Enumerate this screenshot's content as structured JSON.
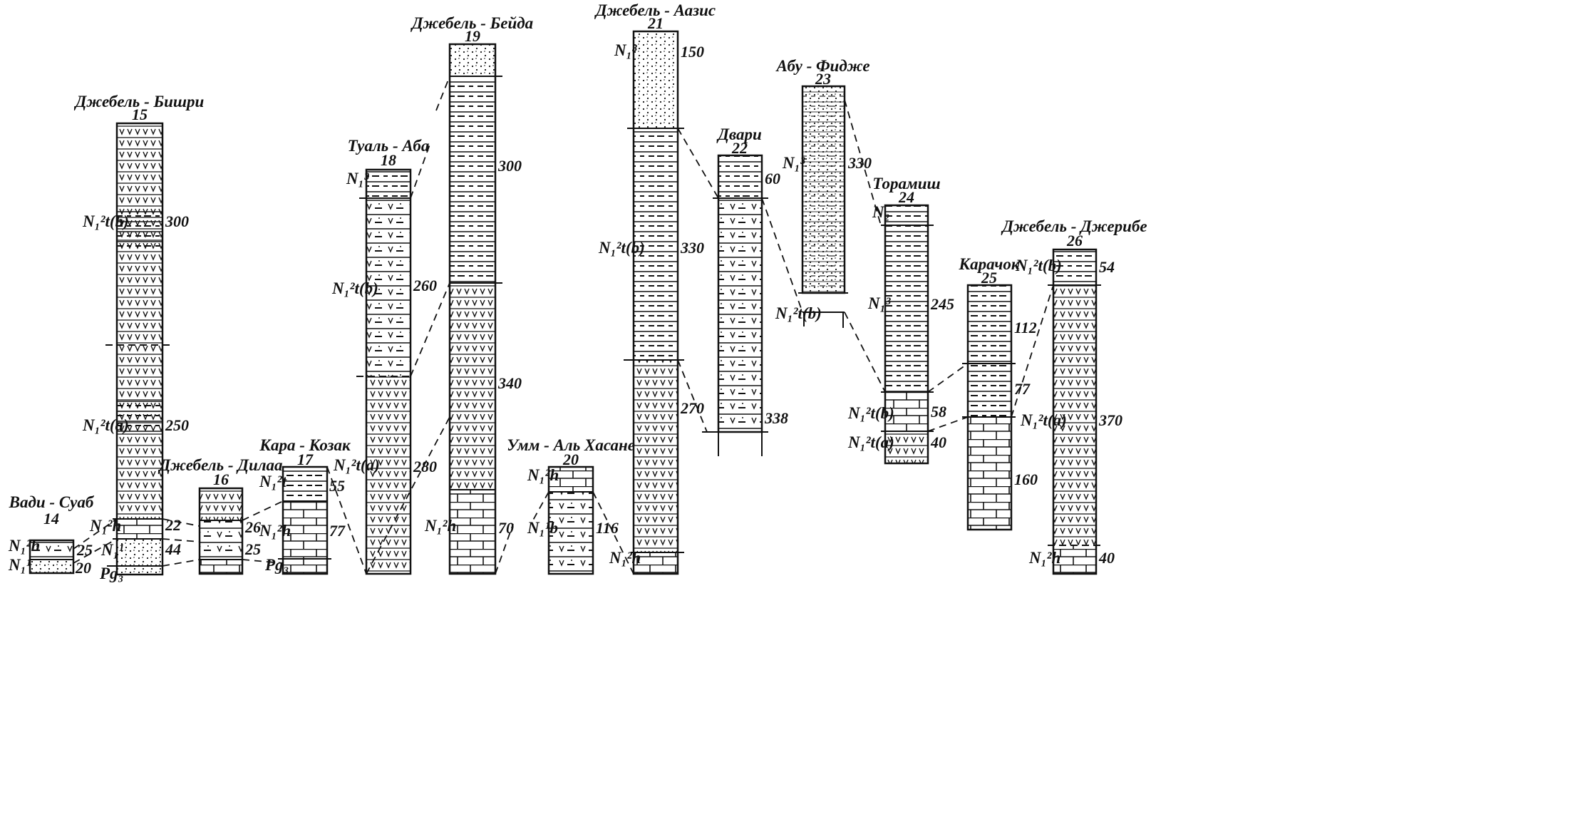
{
  "columns": [
    {
      "id": "14",
      "name": "Вади - Суаб",
      "number": "14",
      "units": [
        {
          "label": "N₁²h",
          "thickness": "25"
        },
        {
          "label": "N₁¹",
          "thickness": "20"
        }
      ],
      "base_label": ""
    },
    {
      "id": "15",
      "name": "Джебель - Бишри",
      "number": "15",
      "units": [
        {
          "label": "N₁²t(b)",
          "thickness": "300"
        },
        {
          "label": "N₁²t(a)",
          "thickness": "250"
        },
        {
          "label": "N₁²h",
          "thickness": "22"
        },
        {
          "label": "N₁¹",
          "thickness": "44"
        }
      ],
      "base_label": "Pg₃"
    },
    {
      "id": "16",
      "name": "Джебель - Дилаа",
      "number": "16",
      "units": [
        {
          "label": "",
          "thickness": "26"
        },
        {
          "label": "",
          "thickness": "25"
        }
      ],
      "base_label": ""
    },
    {
      "id": "17",
      "name": "Кара - Козак",
      "number": "17",
      "units": [
        {
          "label": "N₁²t",
          "thickness": "55"
        },
        {
          "label": "N₁²h",
          "thickness": "77"
        }
      ],
      "base_label": "Pg₃"
    },
    {
      "id": "18",
      "name": "Туаль - Аба",
      "number": "18",
      "units": [
        {
          "label": "N₁³",
          "thickness": ""
        },
        {
          "label": "N₁²t(b)",
          "thickness": "260"
        },
        {
          "label": "N₁²t(a)",
          "thickness": "280"
        }
      ],
      "base_label": ""
    },
    {
      "id": "19",
      "name": "Джебель - Бейда",
      "number": "19",
      "units": [
        {
          "label": "",
          "thickness": "300"
        },
        {
          "label": "",
          "thickness": "340"
        },
        {
          "label": "N₁²h",
          "thickness": "70"
        }
      ],
      "base_label": ""
    },
    {
      "id": "20",
      "name": "Умм - Аль  Хасане",
      "number": "20",
      "units": [
        {
          "label": "N₁²h",
          "thickness": ""
        },
        {
          "label": "N₁¹b",
          "thickness": "116"
        }
      ],
      "base_label": ""
    },
    {
      "id": "21",
      "name": "Джебель - Аазис",
      "number": "21",
      "units": [
        {
          "label": "N₁³",
          "thickness": "150"
        },
        {
          "label": "N₁²t(b)",
          "thickness": "330"
        },
        {
          "label": "",
          "thickness": "270"
        },
        {
          "label": "N₁²h",
          "thickness": ""
        }
      ],
      "base_label": ""
    },
    {
      "id": "22",
      "name": "Двари",
      "number": "22",
      "units": [
        {
          "label": "",
          "thickness": "60"
        },
        {
          "label": "",
          "thickness": "338"
        }
      ],
      "base_label": ""
    },
    {
      "id": "23",
      "name": "Абу - Фидже",
      "number": "23",
      "units": [
        {
          "label": "N₁³",
          "thickness": "330"
        },
        {
          "label": "N₁²t(b)",
          "thickness": ""
        }
      ],
      "base_label": ""
    },
    {
      "id": "24",
      "name": "Торамиш",
      "number": "24",
      "units": [
        {
          "label": "N₂",
          "thickness": ""
        },
        {
          "label": "N₁³",
          "thickness": "245"
        },
        {
          "label": "N₁²t(b)",
          "thickness": "58"
        },
        {
          "label": "N₁²t(a)",
          "thickness": "40"
        }
      ],
      "base_label": ""
    },
    {
      "id": "25",
      "name": "Карачок",
      "number": "25",
      "units": [
        {
          "label": "",
          "thickness": "112"
        },
        {
          "label": "",
          "thickness": "77"
        },
        {
          "label": "",
          "thickness": "160"
        }
      ],
      "base_label": ""
    },
    {
      "id": "26",
      "name": "Джебель - Джерибе",
      "number": "26",
      "units": [
        {
          "label": "N₁²t(b)",
          "thickness": "54"
        },
        {
          "label": "N₁²t(a)",
          "thickness": "370"
        },
        {
          "label": "N₁²h",
          "thickness": "40"
        }
      ],
      "base_label": ""
    }
  ]
}
